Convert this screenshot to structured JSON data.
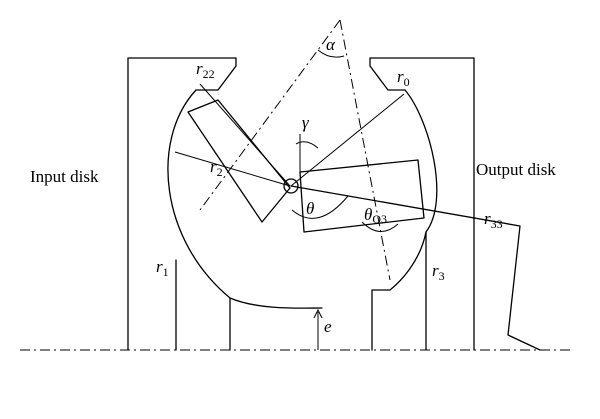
{
  "labels": {
    "input_disk": "Input disk",
    "output_disk": "Output disk",
    "r22": "r22",
    "r0": "r0",
    "alpha": "α",
    "gamma": "γ",
    "r2": "r2",
    "theta": "θ",
    "theta_o3": "θO3",
    "r33": "r33",
    "r1": "r1",
    "r3": "r3",
    "e": "e"
  },
  "symbols": {
    "r22": {
      "main": "r",
      "sub": "22"
    },
    "r0": {
      "main": "r",
      "sub": "0"
    },
    "r2": {
      "main": "r",
      "sub": "2"
    },
    "theta_o3": {
      "main": "θ",
      "sub": "O3"
    },
    "r33": {
      "main": "r",
      "sub": "33"
    },
    "r1": {
      "main": "r",
      "sub": "1"
    },
    "r3": {
      "main": "r",
      "sub": "3"
    }
  }
}
